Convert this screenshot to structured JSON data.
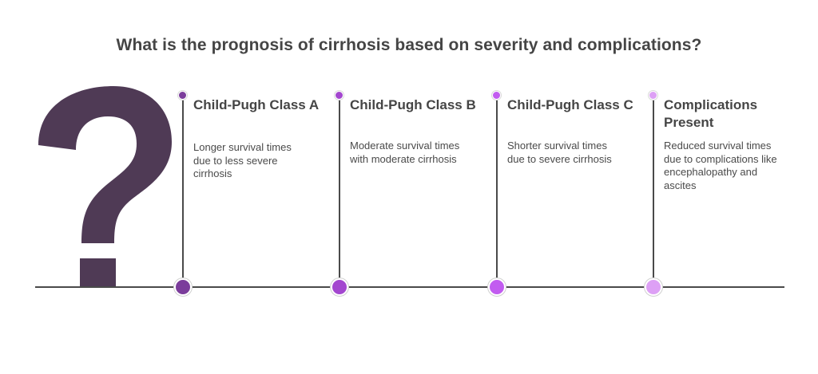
{
  "title": "What is the prognosis of cirrhosis based on severity and complications?",
  "stages": [
    {
      "title": "Child-Pugh Class A",
      "description": "Longer survival times due to less severe cirrhosis",
      "color": "#7b3d9b"
    },
    {
      "title": "Child-Pugh Class B",
      "description": "Moderate survival times with moderate cirrhosis",
      "color": "#a347cf"
    },
    {
      "title": "Child-Pugh Class C",
      "description": "Shorter survival times due to severe cirrhosis",
      "color": "#c25cf0"
    },
    {
      "title": "Complications Present",
      "description": "Reduced survival times due to complications like encephalopathy and ascites",
      "color": "#dda0f5"
    }
  ],
  "question_mark_color": "#4f3a55"
}
